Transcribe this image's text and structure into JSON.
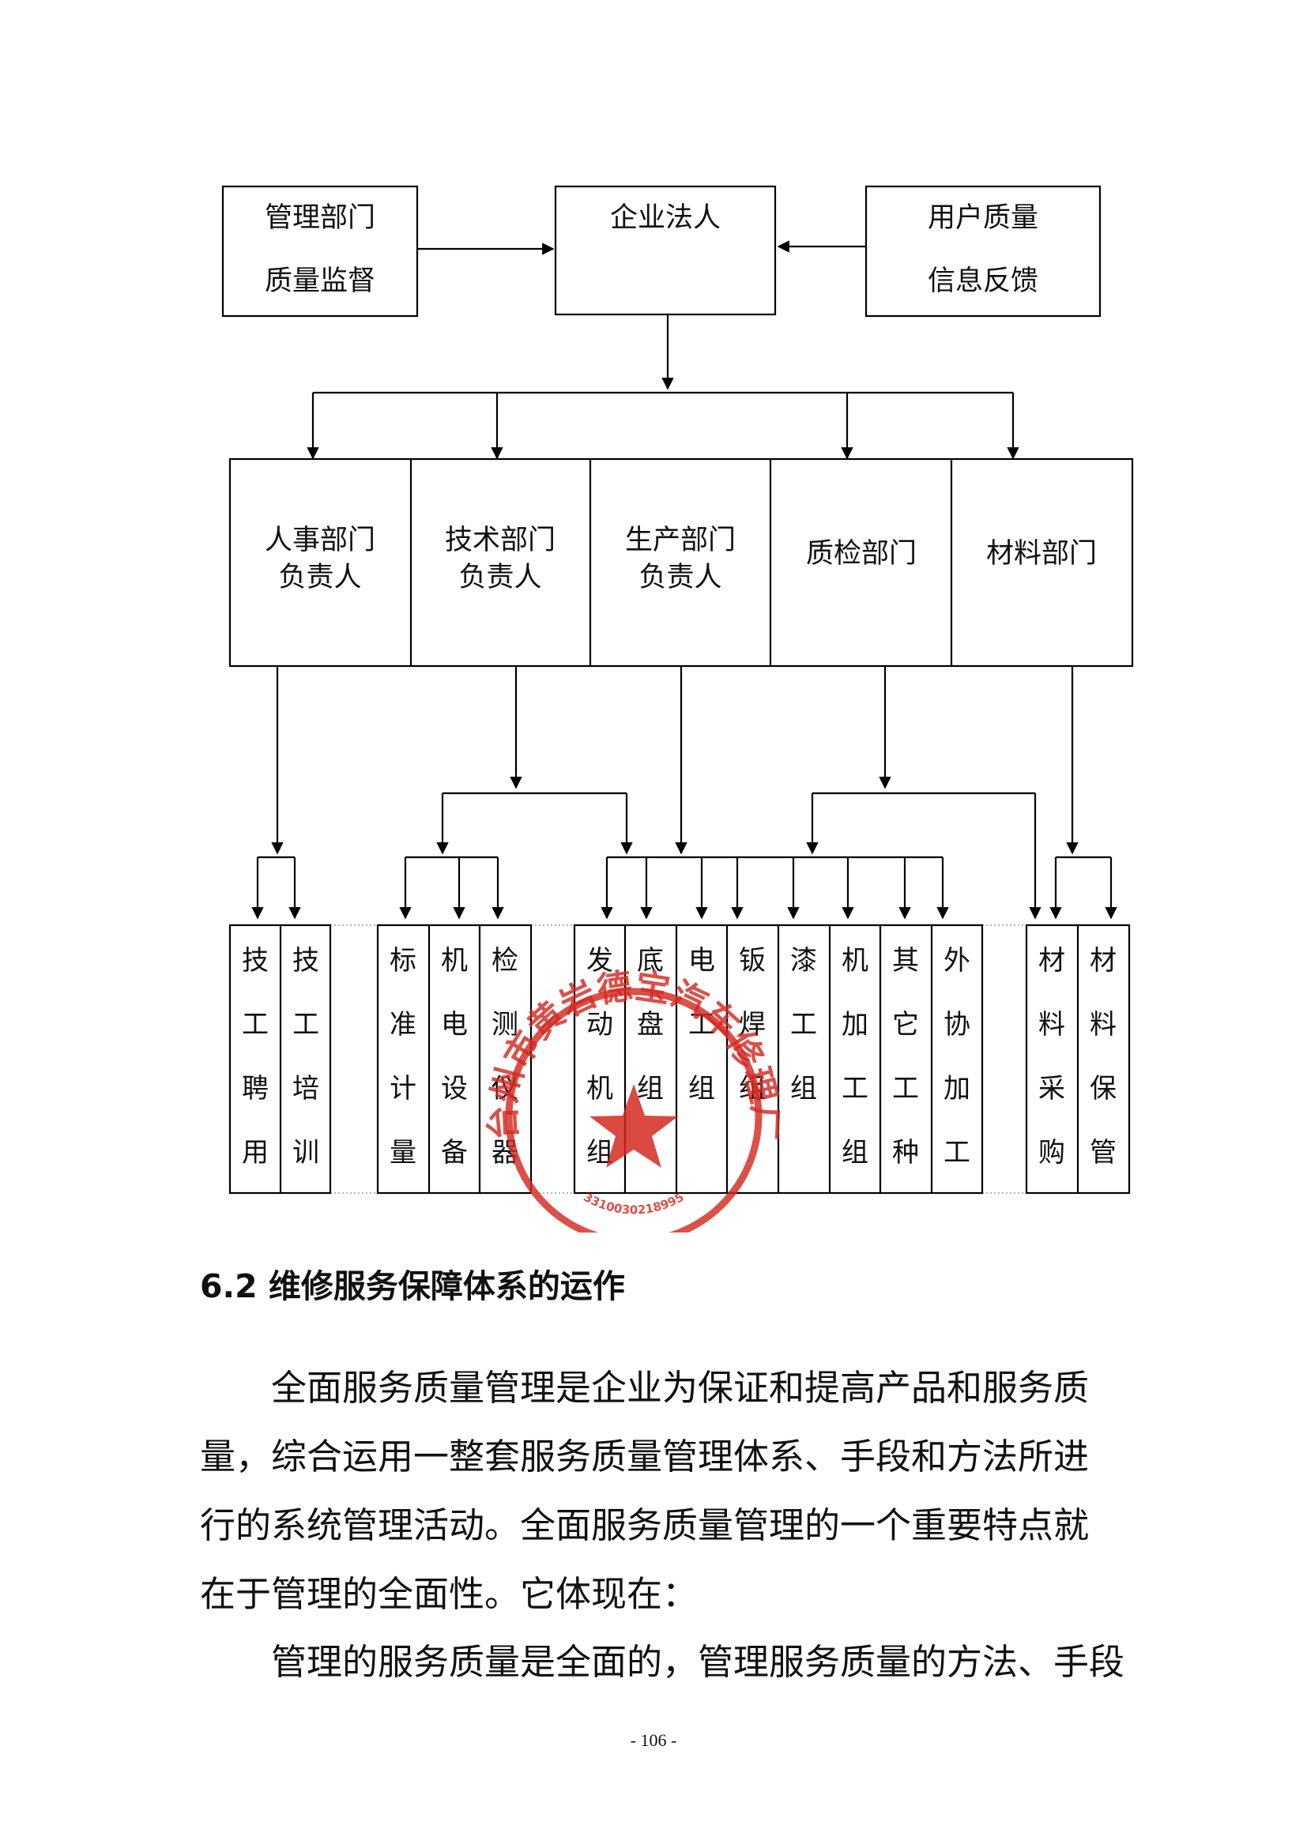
{
  "org_chart": {
    "top": {
      "mgmt": [
        "管理部门",
        "质量监督"
      ],
      "legal": [
        "企业法人"
      ],
      "feedback": [
        "用户质量",
        "信息反馈"
      ]
    },
    "departments": [
      [
        "人事部门",
        "负责人"
      ],
      [
        "技术部门",
        "负责人"
      ],
      [
        "生产部门",
        "负责人"
      ],
      [
        "质检部门"
      ],
      [
        "材料部门"
      ]
    ],
    "groups": [
      "技工聘用",
      "技工培训",
      "标准计量",
      "机电设备",
      "检测仪器",
      "发动机组",
      "底盘组",
      "电工组",
      "钣焊组",
      "漆工组",
      "机加工组",
      "其它工种",
      "外协加工",
      "材料采购",
      "材料保管"
    ]
  },
  "seal": {
    "text": "台州市黄岩德宝汽车修理厂",
    "number": "3310030218995",
    "color": "#d42a22"
  },
  "section": {
    "heading": "6.2 维修服务保障体系的运作",
    "paragraphs": [
      "全面服务质量管理是企业为保证和提高产品和服务质量，综合运用一整套服务质量管理体系、手段和方法所进行的系统管理活动。全面服务质量管理的一个重要特点就在于管理的全面性。它体现在：",
      "管理的服务质量是全面的，管理服务质量的方法、手段"
    ]
  },
  "page_number": "- 106 -"
}
